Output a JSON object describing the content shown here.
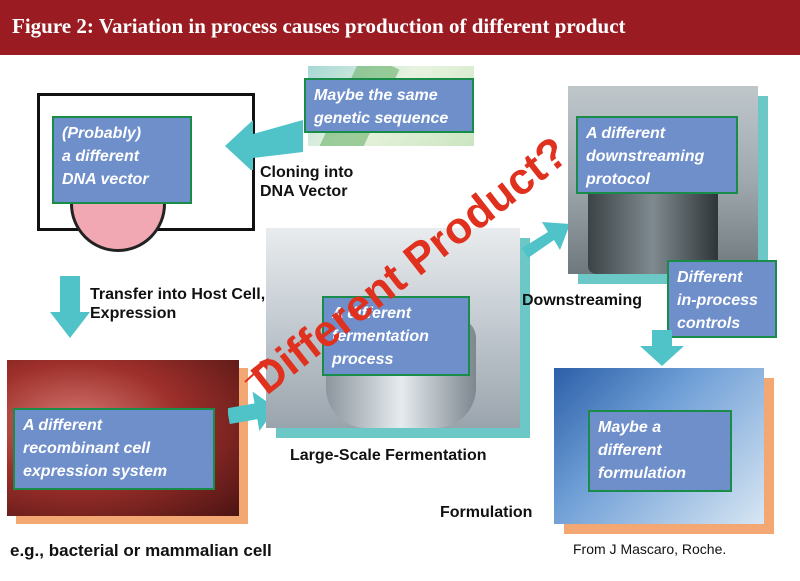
{
  "header": {
    "title": "Figure 2: Variation in process causes production of different product"
  },
  "steps": {
    "cloning": {
      "caption_line1": "Cloning into",
      "caption_line2": "DNA Vector"
    },
    "transfer": {
      "caption_line1": "Transfer into Host Cell,",
      "caption_line2": "Expression"
    },
    "fermentation": {
      "caption": "Large-Scale Fermentation"
    },
    "downstreaming": {
      "caption": "Downstreaming"
    },
    "formulation": {
      "caption": "Formulation"
    },
    "host_cell": {
      "caption": "e.g., bacterial or mammalian cell"
    }
  },
  "boxes": {
    "genetic": [
      "Maybe the same",
      "genetic sequence"
    ],
    "vector": [
      "(Probably)",
      "a different",
      "DNA vector"
    ],
    "expression": [
      "A different",
      "recombinant cell",
      "expression system"
    ],
    "fermentation": [
      "A different",
      "fermentation",
      "process"
    ],
    "downstream": [
      "A different",
      "downstreaming",
      "protocol"
    ],
    "controls": [
      "Different",
      "in-process",
      "controls"
    ],
    "formulation": [
      "Maybe a",
      "different",
      "formulation"
    ]
  },
  "overlay_text": "Different Product?",
  "credit": "From J Mascaro, Roche.",
  "colors": {
    "header": "#9a1b22",
    "box_fill": "#6f8fcb",
    "box_border": "#1a8c4a",
    "arrow": "#4fc3c8",
    "overlay": "#e0301e"
  }
}
